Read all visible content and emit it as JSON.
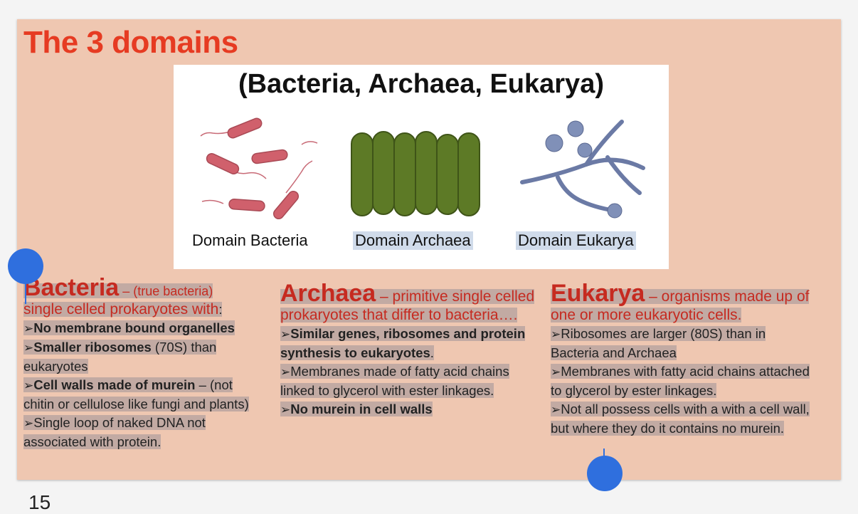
{
  "slide": {
    "title": "The 3 domains",
    "page_number": "15"
  },
  "figure": {
    "title": "(Bacteria, Archaea, Eukarya)",
    "labels": [
      "Domain Bacteria",
      "Domain Archaea",
      "Domain Eukarya"
    ],
    "colors": {
      "bacteria": "#d0606c",
      "archaea": "#5d7a26",
      "eukarya": "#8090b8"
    }
  },
  "bacteria": {
    "heading": "Bacteria",
    "subtitle": " – (true bacteria)",
    "intro": "single celled prokaryotes with",
    "intro_end": ":",
    "points": [
      {
        "bold": "No membrane bound organelles",
        "rest": ""
      },
      {
        "bold": "Smaller ribosomes",
        "rest": " (70S) than eukaryotes"
      },
      {
        "bold": "Cell walls made of murein",
        "rest": " – (not chitin or cellulose like fungi and plants)"
      },
      {
        "bold": "",
        "rest": "Single loop of naked DNA not associated with protein."
      }
    ]
  },
  "archaea": {
    "heading": "Archaea",
    "subtitle": " – primitive single celled prokaryotes that differ to bacteria….",
    "points": [
      {
        "bold": "Similar genes, ribosomes and protein synthesis to eukaryotes",
        "rest": "."
      },
      {
        "bold": "",
        "rest": "Membranes made of fatty acid chains linked to glycerol with ester linkages."
      },
      {
        "bold": "No murein in cell walls",
        "rest": ""
      }
    ]
  },
  "eukarya": {
    "heading": "Eukarya",
    "subtitle": " – organisms made up of one or more eukaryotic cells.",
    "points": [
      {
        "bold": "",
        "rest": "Ribosomes are larger (80S) than in Bacteria and Archaea"
      },
      {
        "bold": "",
        "rest": "Membranes with fatty acid chains attached to glycerol by ester linkages."
      },
      {
        "bold": "",
        "rest": "Not all possess cells with a with a cell wall, but where they do it contains no murein."
      }
    ]
  },
  "ui": {
    "bullet_glyph": "➢",
    "selection_color": "#2f6fde"
  }
}
